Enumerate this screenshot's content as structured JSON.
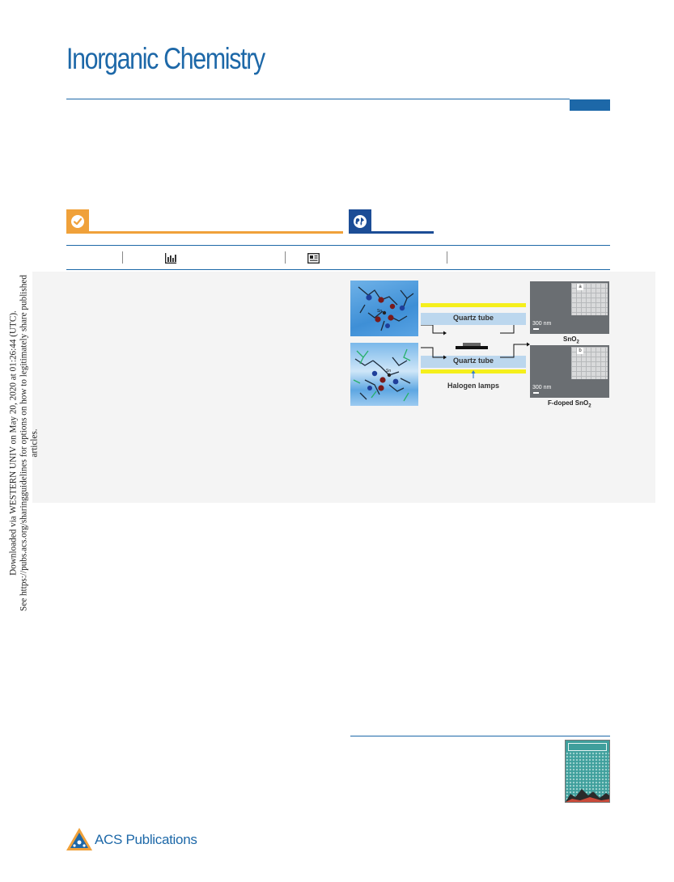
{
  "journal": {
    "title": "Inorganic Chemistry"
  },
  "header": {
    "accent_color": "#1d68a8"
  },
  "badges": [
    {
      "name": "open-access",
      "icon": "checkmark-icon",
      "color": "#f0a13a"
    },
    {
      "name": "acs-authorchoice",
      "icon": "globe-icon",
      "color": "#1c4d96"
    }
  ],
  "metrics_bar": {
    "icons": [
      "bar-chart-icon",
      "newspaper-icon"
    ]
  },
  "sidebar_notice": {
    "line1": "Downloaded via WESTERN UNIV on May 20, 2020 at 01:26:44 (UTC).",
    "line2": "See https://pubs.acs.org/sharingguidelines for options on how to legitimately share published articles."
  },
  "toc_graphic": {
    "tube_label_top": "Quartz tube",
    "tube_label_bottom": "Quartz tube",
    "lamps_label": "Halogen lamps",
    "sem_top_scale": "300 nm",
    "sem_bottom_scale": "300 nm",
    "inset_top_letter": "a",
    "inset_bottom_letter": "b",
    "caption_top": "SnO",
    "caption_top_sub": "2",
    "caption_bottom": "F-doped SnO",
    "caption_bottom_sub": "2",
    "atom_label_top": "Sn",
    "atom_label_bottom": "Sn"
  },
  "footer": {
    "publisher": "ACS Publications"
  }
}
